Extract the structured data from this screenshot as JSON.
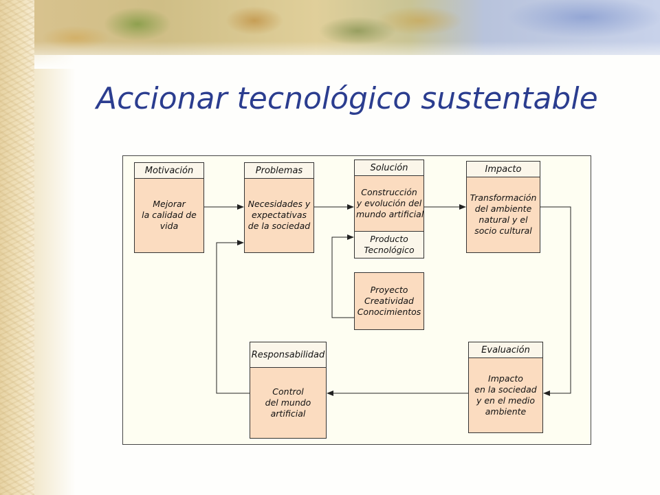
{
  "slide": {
    "title": "Accionar tecnológico sustentable"
  },
  "diagram": {
    "boxes": {
      "motivacion": {
        "header": "Motivación",
        "lines": [
          "Mejorar",
          "la calidad de",
          "vida"
        ]
      },
      "problemas": {
        "header": "Problemas",
        "lines": [
          "Necesidades y",
          "expectativas",
          "de la sociedad"
        ]
      },
      "solucion": {
        "header": "Solución",
        "lines": [
          "Construcción",
          "y evolución del",
          "mundo artificial"
        ],
        "sub_lines": [
          "Producto",
          "Tecnológico"
        ]
      },
      "impacto": {
        "header": "Impacto",
        "lines": [
          "Transformación",
          "del ambiente",
          "natural y el",
          "socio cultural"
        ]
      },
      "proyecto": {
        "lines": [
          "Proyecto",
          "Creatividad",
          "Conocimientos"
        ]
      },
      "responsabilidad": {
        "header": "Responsabilidad",
        "lines": [
          "Control",
          "del mundo",
          "artificial"
        ]
      },
      "evaluacion": {
        "header": "Evaluación",
        "lines": [
          "Impacto",
          "en la sociedad",
          "y en el medio",
          "ambiente"
        ]
      }
    }
  },
  "colors": {
    "title": "#2b3d8f",
    "box_fill": "#fbdcc0",
    "header_fill": "#fbf6ea",
    "frame_fill": "#fefef2"
  }
}
